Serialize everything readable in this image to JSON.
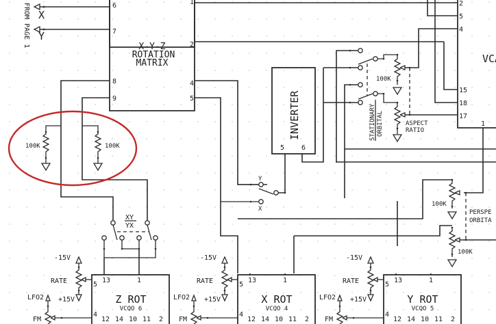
{
  "diagram": {
    "highlight_color": "#c62828",
    "offpage": {
      "label": "FROM PAGE 1",
      "x": "X",
      "y": "Y"
    },
    "rotation_matrix": {
      "title_lines": [
        "X-Y-Z",
        "ROTATION",
        "MATRIX"
      ],
      "pins": {
        "p6": "6",
        "p7": "7",
        "p8": "8",
        "p9": "9",
        "p1": "1",
        "p2": "2",
        "p4": "4",
        "p5": "5"
      }
    },
    "inverter": {
      "title": "INVERTER",
      "pins": {
        "p5": "5",
        "p6": "6"
      }
    },
    "vca": {
      "title": "VCA",
      "pins": {
        "p2": "2",
        "p5": "5",
        "p4": "4",
        "p15": "15",
        "p18": "18",
        "p17": "17",
        "p1": "1"
      }
    },
    "resistors": {
      "r100k": "100K"
    },
    "switches": {
      "stationary": "STATIONARY",
      "orbital": "ORBITAL",
      "xy": "XY",
      "yx": "YX",
      "y": "Y",
      "x": "X"
    },
    "pots": {
      "aspect_line1": "ASPECT",
      "aspect_line2": "RATIO",
      "perspective": "PERSPE",
      "orbital": "ORBITA"
    },
    "oscillators": [
      {
        "title": "Z ROT",
        "subtitle": "VCQO 6"
      },
      {
        "title": "X ROT",
        "subtitle": "VCQO 4"
      },
      {
        "title": "Y ROT",
        "subtitle": "VCQO 5"
      }
    ],
    "osc_labels": {
      "neg15": "-15V",
      "pos15": "+15V",
      "rate": "RATE",
      "lfo": "LFO2",
      "fm": "FM",
      "p13": "13",
      "p1": "1",
      "p5": "5",
      "p4": "4",
      "p12": "12",
      "p14": "14",
      "p10": "10",
      "p11": "11",
      "p2": "2"
    }
  }
}
